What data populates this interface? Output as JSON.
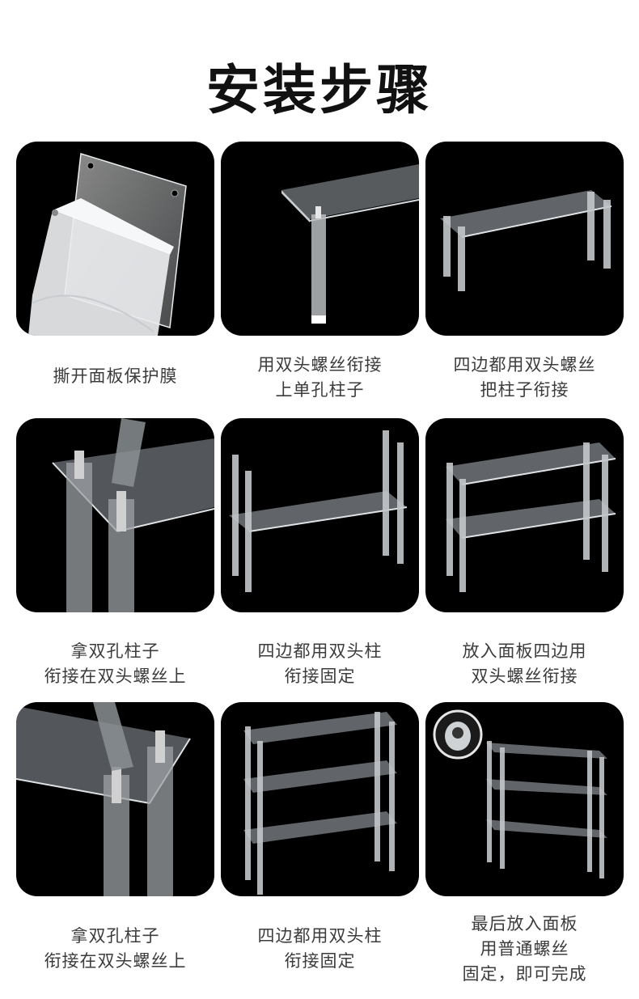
{
  "page": {
    "title": "安装步骤"
  },
  "steps": [
    {
      "lines": [
        "撕开面板保护膜"
      ],
      "image": "peel-film-photo"
    },
    {
      "lines": [
        "用双头螺丝衔接",
        "上单孔柱子"
      ],
      "image": "single-hole-column-photo"
    },
    {
      "lines": [
        "四边都用双头螺丝",
        "把柱子衔接"
      ],
      "image": "one-tier-frame-photo"
    },
    {
      "lines": [
        "拿双孔柱子",
        "衔接在双头螺丝上"
      ],
      "image": "double-hole-column-closeup-photo"
    },
    {
      "lines": [
        "四边都用双头柱",
        "衔接固定"
      ],
      "image": "tall-columns-frame-photo"
    },
    {
      "lines": [
        "放入面板四边用",
        "双头螺丝衔接"
      ],
      "image": "two-tier-shelf-photo"
    },
    {
      "lines": [
        "拿双孔柱子",
        "衔接在双头螺丝上"
      ],
      "image": "double-hole-column-closeup-photo-2"
    },
    {
      "lines": [
        "四边都用双头柱",
        "衔接固定"
      ],
      "image": "three-tier-frame-photo"
    },
    {
      "lines": [
        "最后放入面板",
        "用普通螺丝",
        "固定，即可完成"
      ],
      "image": "finished-shelf-photo"
    }
  ]
}
